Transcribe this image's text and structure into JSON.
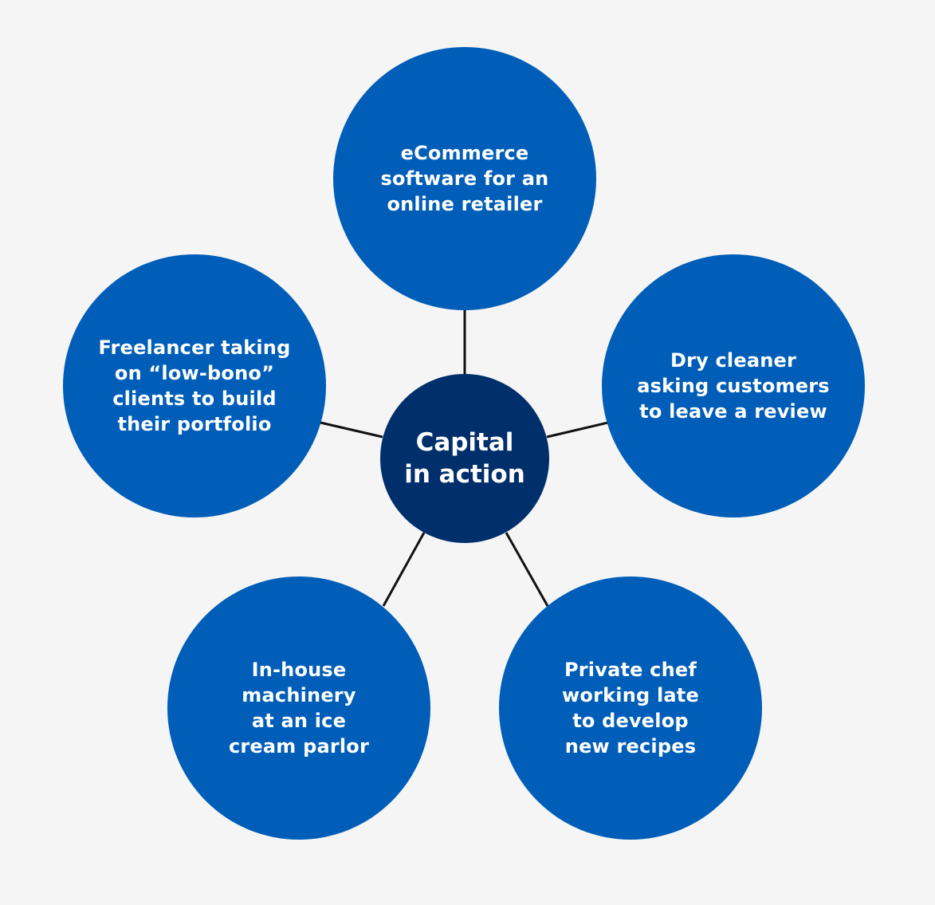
{
  "colors": {
    "background": "#f5f5f5",
    "outer_circle": "#005eb8",
    "hub_circle": "#002f6c",
    "connector": "#111111",
    "text": "#ffffff"
  },
  "hub": {
    "label": "Capital\nin action"
  },
  "nodes": [
    {
      "label": "eCommerce\nsoftware for an\nonline retailer"
    },
    {
      "label": "Dry cleaner\nasking customers\nto leave a review"
    },
    {
      "label": "Private chef\nworking late\nto develop\nnew recipes"
    },
    {
      "label": "In-house\nmachinery\nat an ice\ncream parlor"
    },
    {
      "label": "Freelancer taking\non “low-bono”\nclients to build\ntheir portfolio"
    }
  ]
}
